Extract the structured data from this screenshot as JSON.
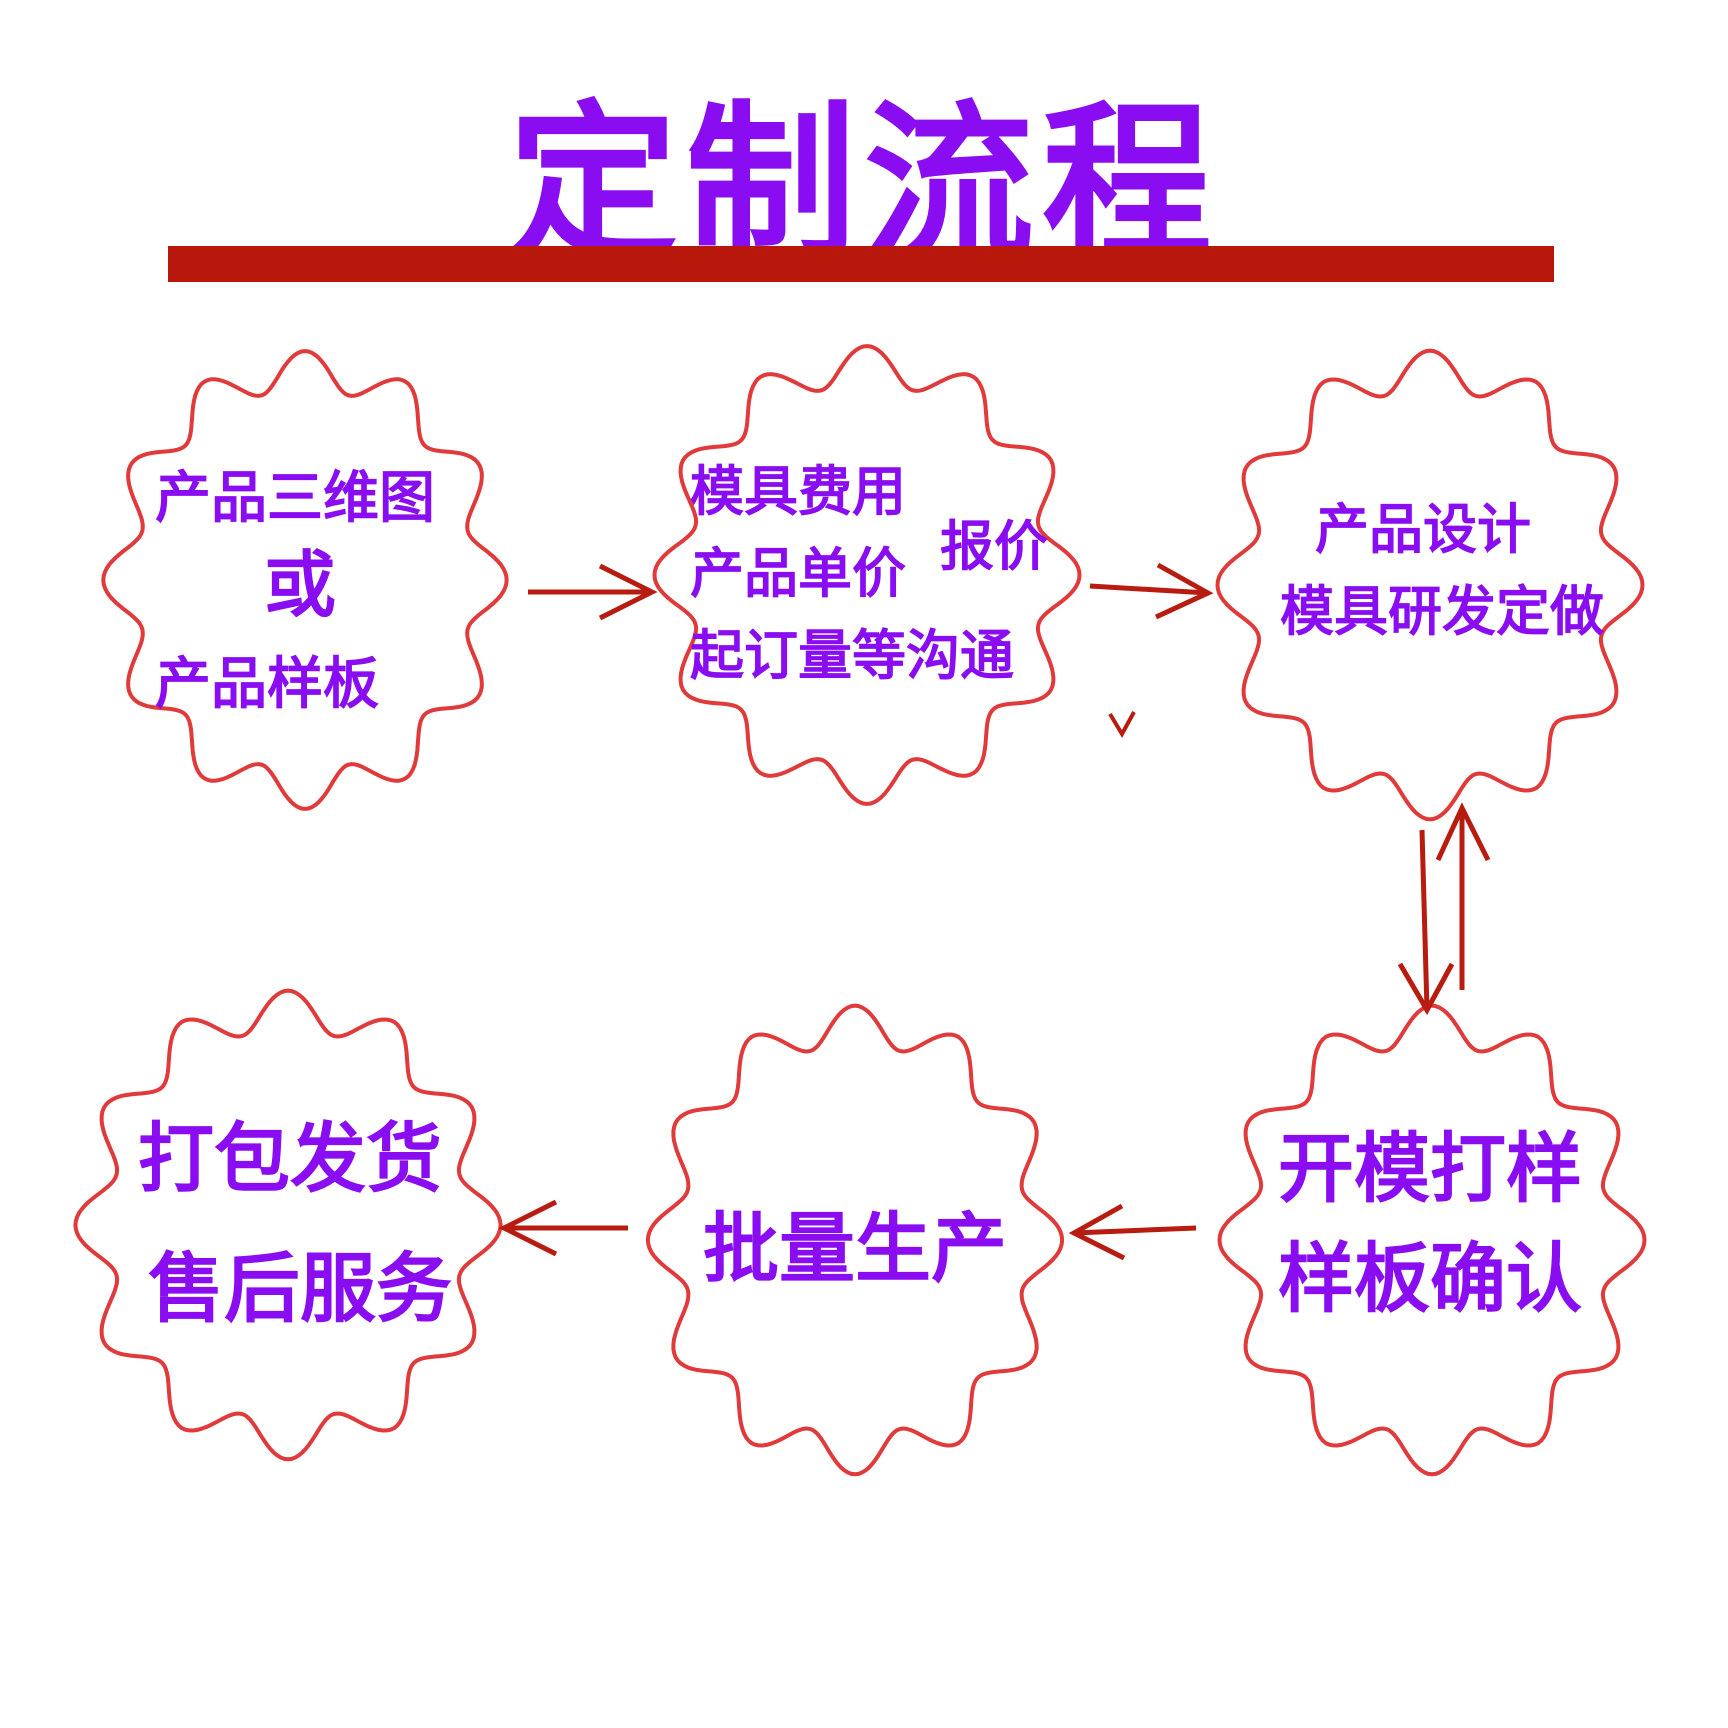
{
  "title": "定制流程",
  "colors": {
    "title": "#8a0cf0",
    "title_bar": "#b8180c",
    "node_outline": "#e03a3a",
    "arrow": "#b81c10",
    "node_text": "#8a0cf0"
  },
  "nodes": [
    {
      "id": "node-3d-drawing",
      "lines": [
        "产品三维图",
        "或",
        "产品样板"
      ]
    },
    {
      "id": "node-quotation",
      "lines": [
        "模具费用",
        "产品单价",
        "起订量等沟通",
        "报价"
      ]
    },
    {
      "id": "node-design",
      "lines": [
        "产品设计",
        "模具研发定做"
      ]
    },
    {
      "id": "node-sampling",
      "lines": [
        "开模打样",
        "样板确认"
      ]
    },
    {
      "id": "node-mass-production",
      "lines": [
        "批量生产"
      ]
    },
    {
      "id": "node-shipping",
      "lines": [
        "打包发货",
        "售后服务"
      ]
    }
  ]
}
